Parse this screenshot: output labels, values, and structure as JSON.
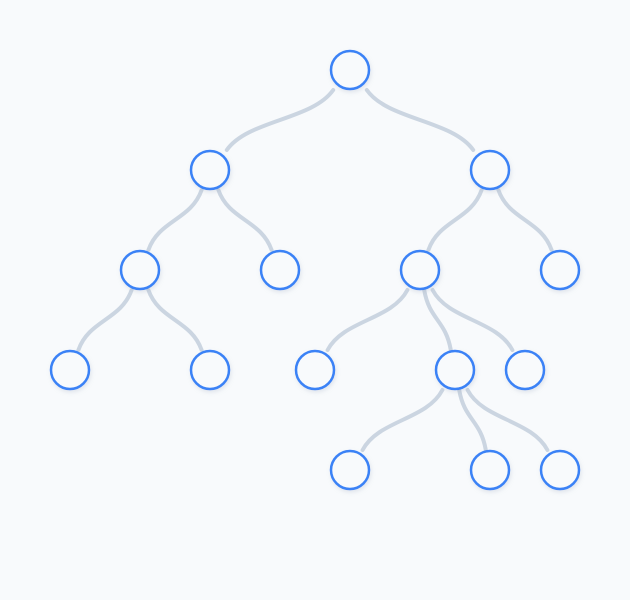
{
  "colors": {
    "node_stroke": "#3b82f6",
    "node_fill": "#f8fafc",
    "edge": "#cbd5e1",
    "background": "#f8fafc"
  },
  "tree": {
    "id": "n0",
    "children": [
      {
        "id": "n1",
        "children": [
          {
            "id": "n3",
            "children": [
              {
                "id": "n7",
                "children": []
              },
              {
                "id": "n8",
                "children": []
              }
            ]
          },
          {
            "id": "n4",
            "children": []
          }
        ]
      },
      {
        "id": "n2",
        "children": [
          {
            "id": "n5",
            "children": [
              {
                "id": "n9",
                "children": []
              },
              {
                "id": "n10",
                "children": [
                  {
                    "id": "n12",
                    "children": []
                  },
                  {
                    "id": "n13",
                    "children": []
                  },
                  {
                    "id": "n14",
                    "children": []
                  }
                ]
              },
              {
                "id": "n11",
                "children": []
              }
            ]
          },
          {
            "id": "n6",
            "children": []
          }
        ]
      }
    ]
  }
}
